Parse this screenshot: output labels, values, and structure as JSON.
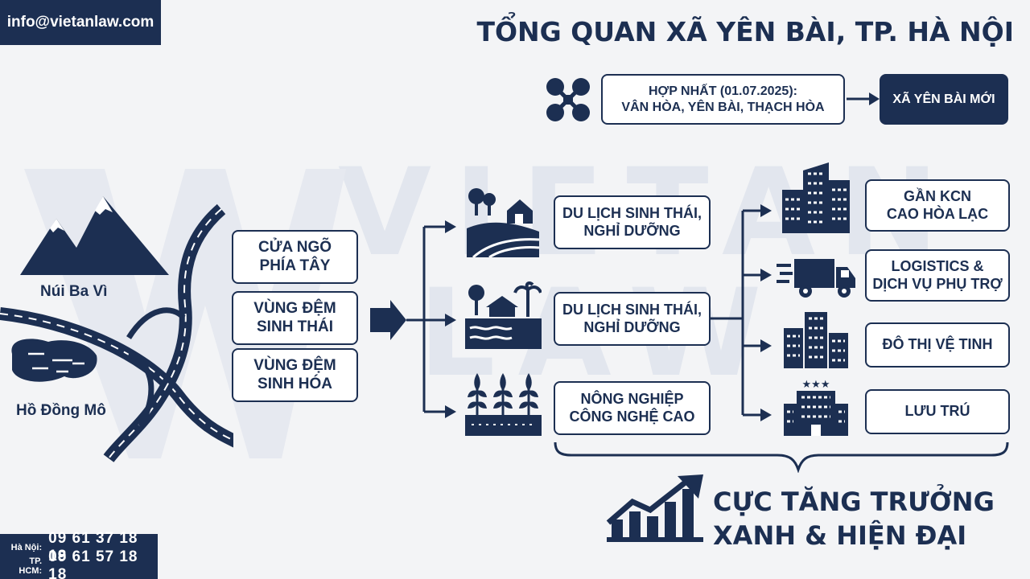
{
  "header": {
    "email": "info@vietanlaw.com",
    "title": "TỔNG QUAN XÃ YÊN BÀI, TP. HÀ NỘI"
  },
  "merge": {
    "line1": "HỢP NHẤT (01.07.2025):",
    "line2": "VÂN HÒA, YÊN BÀI, THẠCH HÒA",
    "result": "XÃ YÊN BÀI MỚI"
  },
  "map": {
    "mountain_label": "Núi Ba Vì",
    "lake_label": "Hồ Đồng Mô"
  },
  "roles": [
    {
      "line1": "CỬA NGÕ",
      "line2": "PHÍA TÂY"
    },
    {
      "line1": "VÙNG ĐỆM",
      "line2": "SINH THÁI"
    },
    {
      "line1": "VÙNG ĐỆM",
      "line2": "SINH HÓA"
    }
  ],
  "sectors": [
    {
      "line1": "DU LỊCH SINH THÁI,",
      "line2": "NGHỈ DƯỠNG",
      "icon": "farm-icon"
    },
    {
      "line1": "DU LỊCH SINH THÁI,",
      "line2": "NGHỈ DƯỠNG",
      "icon": "resort-icon"
    },
    {
      "line1": "NÔNG NGHIỆP",
      "line2": "CÔNG NGHỆ CAO",
      "icon": "agriculture-icon"
    }
  ],
  "outcomes": [
    {
      "line1": "GẦN KCN",
      "line2": "CAO HÒA LẠC",
      "icon": "office-building-icon"
    },
    {
      "line1": "LOGISTICS &",
      "line2": "DỊCH VỤ PHỤ TRỢ",
      "icon": "truck-icon"
    },
    {
      "line1": "ĐÔ THỊ VỆ TINH",
      "line2": "",
      "icon": "city-buildings-icon"
    },
    {
      "line1": "LƯU TRÚ",
      "line2": "",
      "icon": "hotel-icon"
    }
  ],
  "growth": {
    "line1": "CỰC TĂNG TRƯỞNG",
    "line2": "XANH & HIỆN ĐẠI"
  },
  "watermark": {
    "line1": "VIETAN",
    "line2": "LAW"
  },
  "contacts": [
    {
      "city": "Hà Nội:",
      "phone": "09 61 37 18 18"
    },
    {
      "city": "TP. HCM:",
      "phone": "09 61 57 18 18"
    }
  ],
  "colors": {
    "navy": "#1c2f52",
    "background": "#f3f4f6",
    "watermark": "#e2e6ee"
  }
}
